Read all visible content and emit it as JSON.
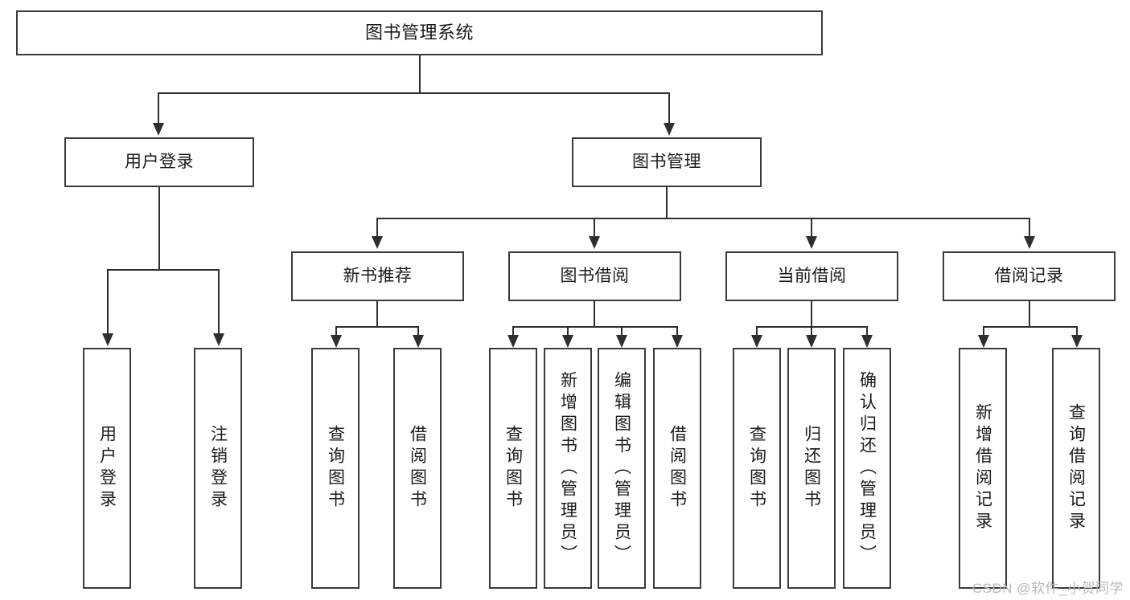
{
  "diagram": {
    "type": "tree",
    "title": "图书管理系统",
    "orientation": "top-down",
    "colors": {
      "background": "#ffffff",
      "box_border": "#3a3a3a",
      "connector": "#2e2e2e",
      "text": "#1b1b1b",
      "watermark": "#b9b9b9"
    },
    "levels": 4,
    "nodes": {
      "root": {
        "label": "图书管理系统"
      },
      "l2": [
        {
          "label": "用户登录"
        },
        {
          "label": "图书管理"
        }
      ],
      "l3": [
        {
          "label": "新书推荐"
        },
        {
          "label": "图书借阅"
        },
        {
          "label": "当前借阅"
        },
        {
          "label": "借阅记录"
        }
      ],
      "leaves": {
        "user_login": [
          {
            "label": "用户登录"
          },
          {
            "label": "注销登录"
          }
        ],
        "new_book": [
          {
            "label": "查询图书"
          },
          {
            "label": "借阅图书"
          }
        ],
        "borrow": [
          {
            "label": "查询图书"
          },
          {
            "label": "新增图书（管理员）"
          },
          {
            "label": "编辑图书（管理员）"
          },
          {
            "label": "借阅图书"
          }
        ],
        "current": [
          {
            "label": "查询图书"
          },
          {
            "label": "归还图书"
          },
          {
            "label": "确认归还（管理员）"
          }
        ],
        "record": [
          {
            "label": "新增借阅记录"
          },
          {
            "label": "查询借阅记录"
          }
        ]
      }
    },
    "edges": [
      {
        "from": "图书管理系统",
        "to": "用户登录"
      },
      {
        "from": "图书管理系统",
        "to": "图书管理"
      },
      {
        "from": "用户登录",
        "to": "用户登录"
      },
      {
        "from": "用户登录",
        "to": "注销登录"
      },
      {
        "from": "图书管理",
        "to": "新书推荐"
      },
      {
        "from": "图书管理",
        "to": "图书借阅"
      },
      {
        "from": "图书管理",
        "to": "当前借阅"
      },
      {
        "from": "图书管理",
        "to": "借阅记录"
      },
      {
        "from": "新书推荐",
        "to": "查询图书"
      },
      {
        "from": "新书推荐",
        "to": "借阅图书"
      },
      {
        "from": "图书借阅",
        "to": "查询图书"
      },
      {
        "from": "图书借阅",
        "to": "新增图书（管理员）"
      },
      {
        "from": "图书借阅",
        "to": "编辑图书（管理员）"
      },
      {
        "from": "图书借阅",
        "to": "借阅图书"
      },
      {
        "from": "当前借阅",
        "to": "查询图书"
      },
      {
        "from": "当前借阅",
        "to": "归还图书"
      },
      {
        "from": "当前借阅",
        "to": "确认归还（管理员）"
      },
      {
        "from": "借阅记录",
        "to": "新增借阅记录"
      },
      {
        "from": "借阅记录",
        "to": "查询借阅记录"
      }
    ]
  },
  "watermark": {
    "text": "CSDN @软件_小贺同学"
  }
}
